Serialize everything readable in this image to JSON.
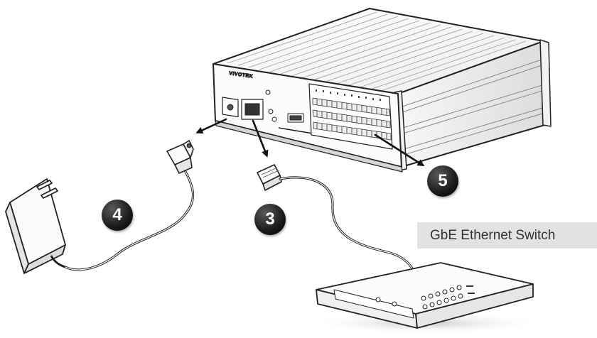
{
  "steps": {
    "power": "4",
    "network": "3",
    "io": "5"
  },
  "labels": {
    "switch": "GbE Ethernet Switch",
    "brand": "VIVOTEK"
  }
}
